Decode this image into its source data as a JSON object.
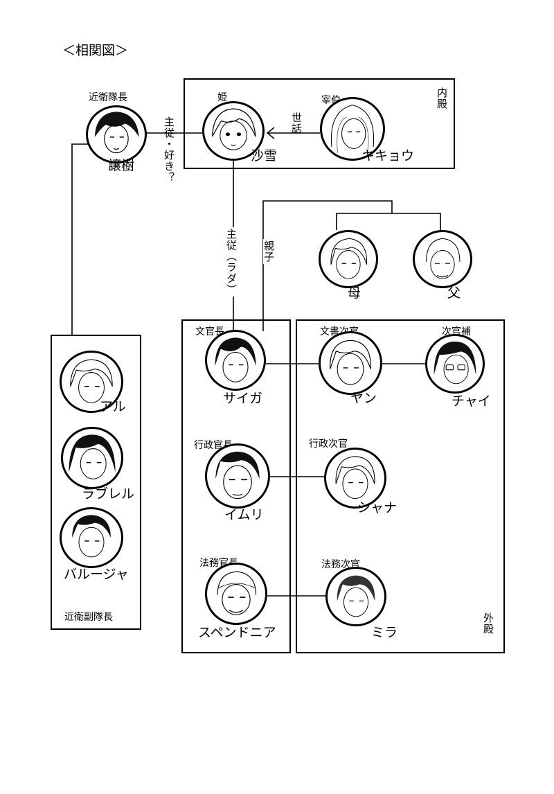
{
  "title": "＜相関図＞",
  "palace": {
    "inner": "内殿",
    "outer": "外殿"
  },
  "links": {
    "yuzuki_sayuki": "主従・好き？",
    "kikyou_sayuki": "世話",
    "sayuki_saiga": "主従（ラダ）",
    "parent_child": "親子"
  },
  "people": {
    "yuzuki": {
      "role": "近衛隊長",
      "name": "譲樹"
    },
    "sayuki": {
      "role": "姫",
      "name": "沙雪"
    },
    "kikyou": {
      "role": "宰伯",
      "name": "キキョウ"
    },
    "mother": {
      "name": "母"
    },
    "father": {
      "name": "父"
    },
    "saiga": {
      "role": "文官長",
      "name": "サイガ"
    },
    "yan": {
      "role": "文書次官",
      "name": "ヤン"
    },
    "chai": {
      "role": "次官補",
      "name": "チャイ"
    },
    "imuri": {
      "role": "行政官長",
      "name": "イムリ"
    },
    "shana": {
      "role": "行政次官",
      "name": "シャナ"
    },
    "spendnia": {
      "role": "法務官長",
      "name": "スペンドニア"
    },
    "mira": {
      "role": "法務次官",
      "name": "ミラ"
    },
    "aru": {
      "name": "アル"
    },
    "raburel": {
      "name": "ラブレル"
    },
    "baruja": {
      "name": "バルージャ"
    }
  },
  "vice_guard": {
    "label": "近衛副隊長"
  },
  "icons": {
    "portrait": "portrait-icon"
  }
}
